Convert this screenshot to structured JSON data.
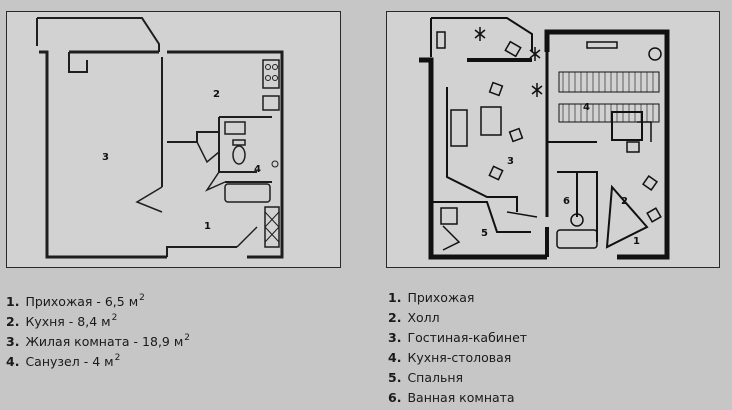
{
  "left_plan": {
    "room_labels": [
      "3",
      "2",
      "4",
      "1"
    ]
  },
  "right_plan": {
    "room_labels": [
      "3",
      "4",
      "2",
      "6",
      "5",
      "1"
    ]
  },
  "legend_left": [
    {
      "num": "1.",
      "text": "Прихожая - 6,5 м",
      "sup": "2"
    },
    {
      "num": "2.",
      "text": "Кухня - 8,4 м",
      "sup": "2"
    },
    {
      "num": "3.",
      "text": "Жилая комната - 18,9 м",
      "sup": "2"
    },
    {
      "num": "4.",
      "text": "Санузел - 4 м",
      "sup": "2"
    }
  ],
  "legend_right": [
    {
      "num": "1.",
      "text": "Прихожая"
    },
    {
      "num": "2.",
      "text": "Холл"
    },
    {
      "num": "3.",
      "text": "Гостиная-кабинет"
    },
    {
      "num": "4.",
      "text": "Кухня-столовая"
    },
    {
      "num": "5.",
      "text": "Спальня"
    },
    {
      "num": "6.",
      "text": "Ванная комната"
    }
  ]
}
